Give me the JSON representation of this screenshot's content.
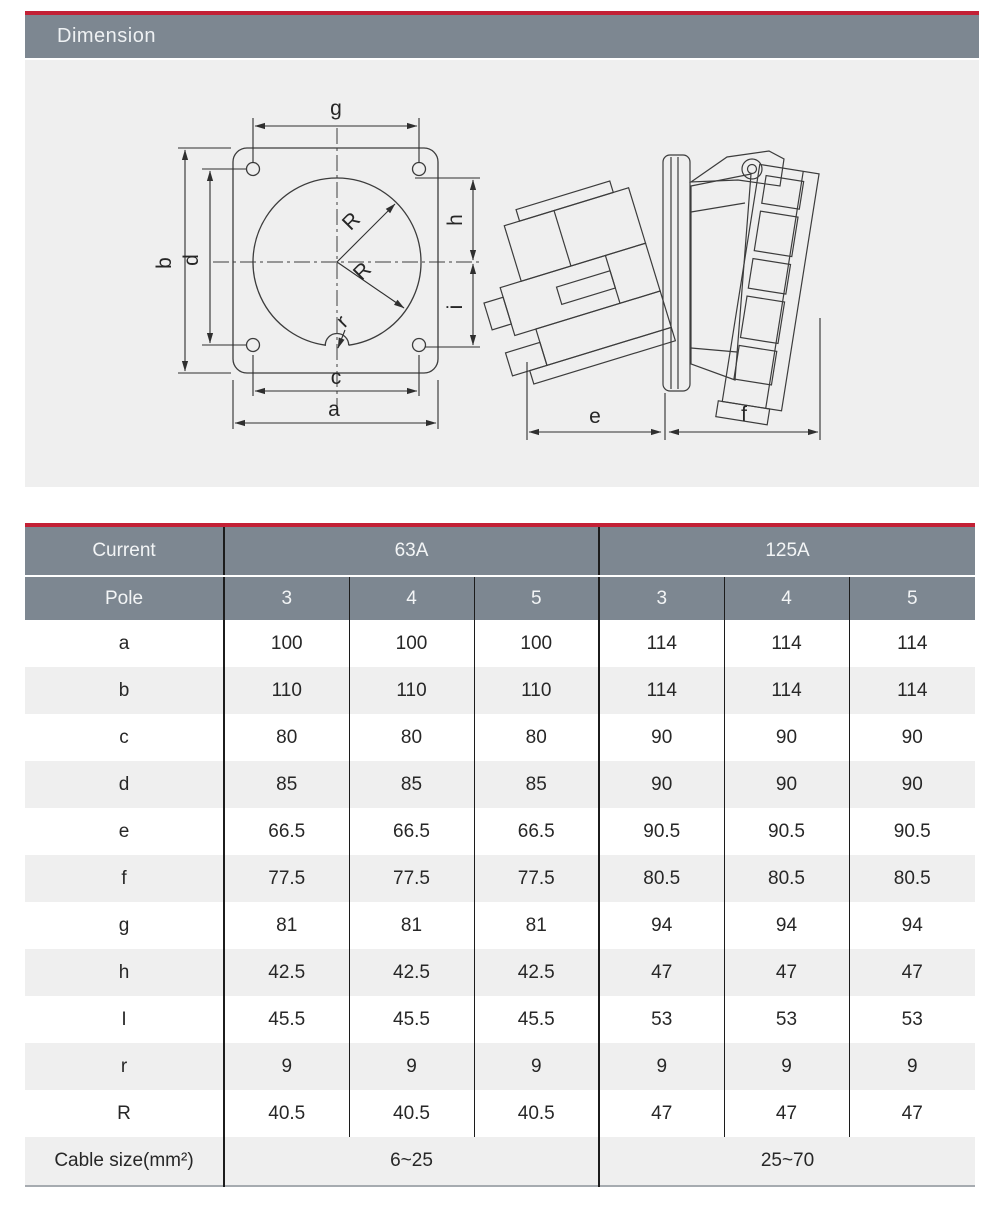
{
  "section": {
    "title": "Dimension"
  },
  "colors": {
    "accent_red": "#c32035",
    "header_gray": "#7d8791",
    "panel_bg": "#efefef",
    "row_alt_bg": "#efefef",
    "grid_line": "#1c1c1c",
    "bottom_border": "#a6abb0"
  },
  "diagram": {
    "front_labels": {
      "g": "g",
      "b": "b",
      "d": "d",
      "h": "h",
      "i": "i",
      "c": "c",
      "a": "a",
      "R_upper": "R",
      "R_lower": "R",
      "r": "r"
    },
    "side_labels": {
      "e": "e",
      "f": "f"
    }
  },
  "table": {
    "corner_label": "Current",
    "pole_label": "Pole",
    "groups": [
      {
        "current": "63A",
        "poles": [
          "3",
          "4",
          "5"
        ]
      },
      {
        "current": "125A",
        "poles": [
          "3",
          "4",
          "5"
        ]
      }
    ],
    "rows": [
      {
        "label": "a",
        "values": [
          "100",
          "100",
          "100",
          "114",
          "114",
          "114"
        ]
      },
      {
        "label": "b",
        "values": [
          "110",
          "110",
          "110",
          "114",
          "114",
          "114"
        ]
      },
      {
        "label": "c",
        "values": [
          "80",
          "80",
          "80",
          "90",
          "90",
          "90"
        ]
      },
      {
        "label": "d",
        "values": [
          "85",
          "85",
          "85",
          "90",
          "90",
          "90"
        ]
      },
      {
        "label": "e",
        "values": [
          "66.5",
          "66.5",
          "66.5",
          "90.5",
          "90.5",
          "90.5"
        ]
      },
      {
        "label": "f",
        "values": [
          "77.5",
          "77.5",
          "77.5",
          "80.5",
          "80.5",
          "80.5"
        ]
      },
      {
        "label": "g",
        "values": [
          "81",
          "81",
          "81",
          "94",
          "94",
          "94"
        ]
      },
      {
        "label": "h",
        "values": [
          "42.5",
          "42.5",
          "42.5",
          "47",
          "47",
          "47"
        ]
      },
      {
        "label": "I",
        "values": [
          "45.5",
          "45.5",
          "45.5",
          "53",
          "53",
          "53"
        ]
      },
      {
        "label": "r",
        "values": [
          "9",
          "9",
          "9",
          "9",
          "9",
          "9"
        ]
      },
      {
        "label": "R",
        "values": [
          "40.5",
          "40.5",
          "40.5",
          "47",
          "47",
          "47"
        ]
      }
    ],
    "cable_row": {
      "label": "Cable size(mm²)",
      "values": [
        "6~25",
        "25~70"
      ]
    }
  }
}
